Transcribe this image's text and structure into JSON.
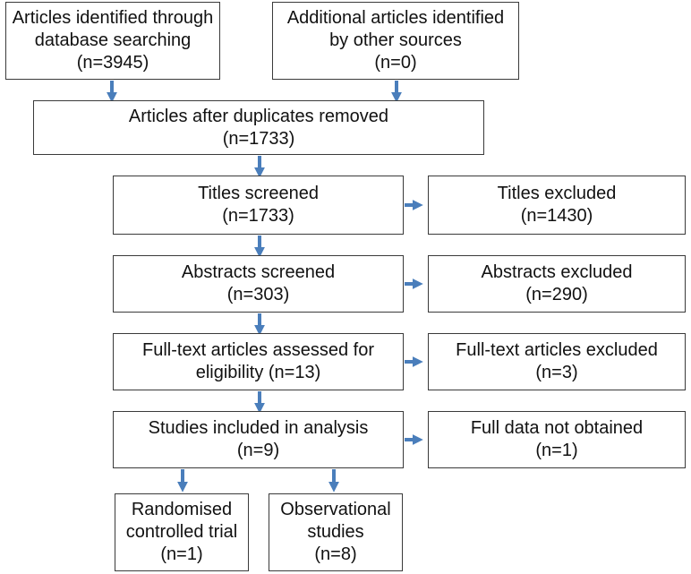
{
  "boxes": {
    "database": {
      "lines": [
        "Articles identified through",
        "database searching",
        "(n=3945)"
      ]
    },
    "other_sources": {
      "lines": [
        "Additional articles identified",
        "by other sources",
        "(n=0)"
      ]
    },
    "duplicates_removed": {
      "lines": [
        "Articles after duplicates removed",
        "(n=1733)"
      ]
    },
    "titles_screened": {
      "lines": [
        "Titles screened",
        "(n=1733)"
      ]
    },
    "titles_excluded": {
      "lines": [
        "Titles excluded",
        "(n=1430)"
      ]
    },
    "abstracts_screened": {
      "lines": [
        "Abstracts screened",
        "(n=303)"
      ]
    },
    "abstracts_excluded": {
      "lines": [
        "Abstracts excluded",
        "(n=290)"
      ]
    },
    "fulltext_assessed": {
      "lines": [
        "Full-text articles assessed for",
        "eligibility (n=13)"
      ]
    },
    "fulltext_excluded": {
      "lines": [
        "Full-text articles excluded",
        "(n=3)"
      ]
    },
    "studies_included": {
      "lines": [
        "Studies included in analysis",
        "(n=9)"
      ]
    },
    "data_not_obtained": {
      "lines": [
        "Full data not obtained",
        "(n=1)"
      ]
    },
    "rct": {
      "lines": [
        "Randomised",
        "controlled trial",
        "(n=1)"
      ]
    },
    "observational": {
      "lines": [
        "Observational",
        "studies",
        "(n=8)"
      ]
    }
  },
  "colors": {
    "arrow": "#4a7ebb",
    "border": "#3a3a3a",
    "text": "#111111"
  }
}
